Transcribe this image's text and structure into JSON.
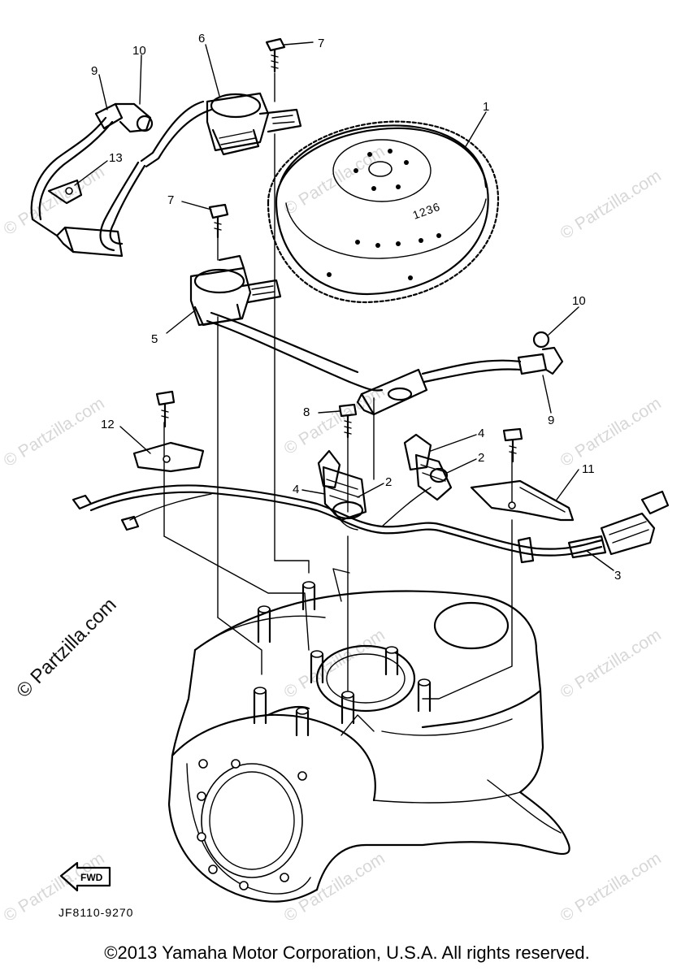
{
  "watermark": {
    "text": "© Partzilla.com"
  },
  "diagram": {
    "callouts": {
      "c1": "1",
      "c2a": "2",
      "c2b": "2",
      "c3": "3",
      "c4a": "4",
      "c4b": "4",
      "c5": "5",
      "c6": "6",
      "c7a": "7",
      "c7b": "7",
      "c8": "8",
      "c9a": "9",
      "c9b": "9",
      "c10a": "10",
      "c10b": "10",
      "c11": "11",
      "c12": "12",
      "c13": "13"
    },
    "flywheel_mark": "1236",
    "fwd_label": "FWD",
    "drawing_code": "JF8110-9270"
  },
  "footer": {
    "copyright": "©2013 Yamaha Motor Corporation, U.S.A. All rights reserved."
  }
}
